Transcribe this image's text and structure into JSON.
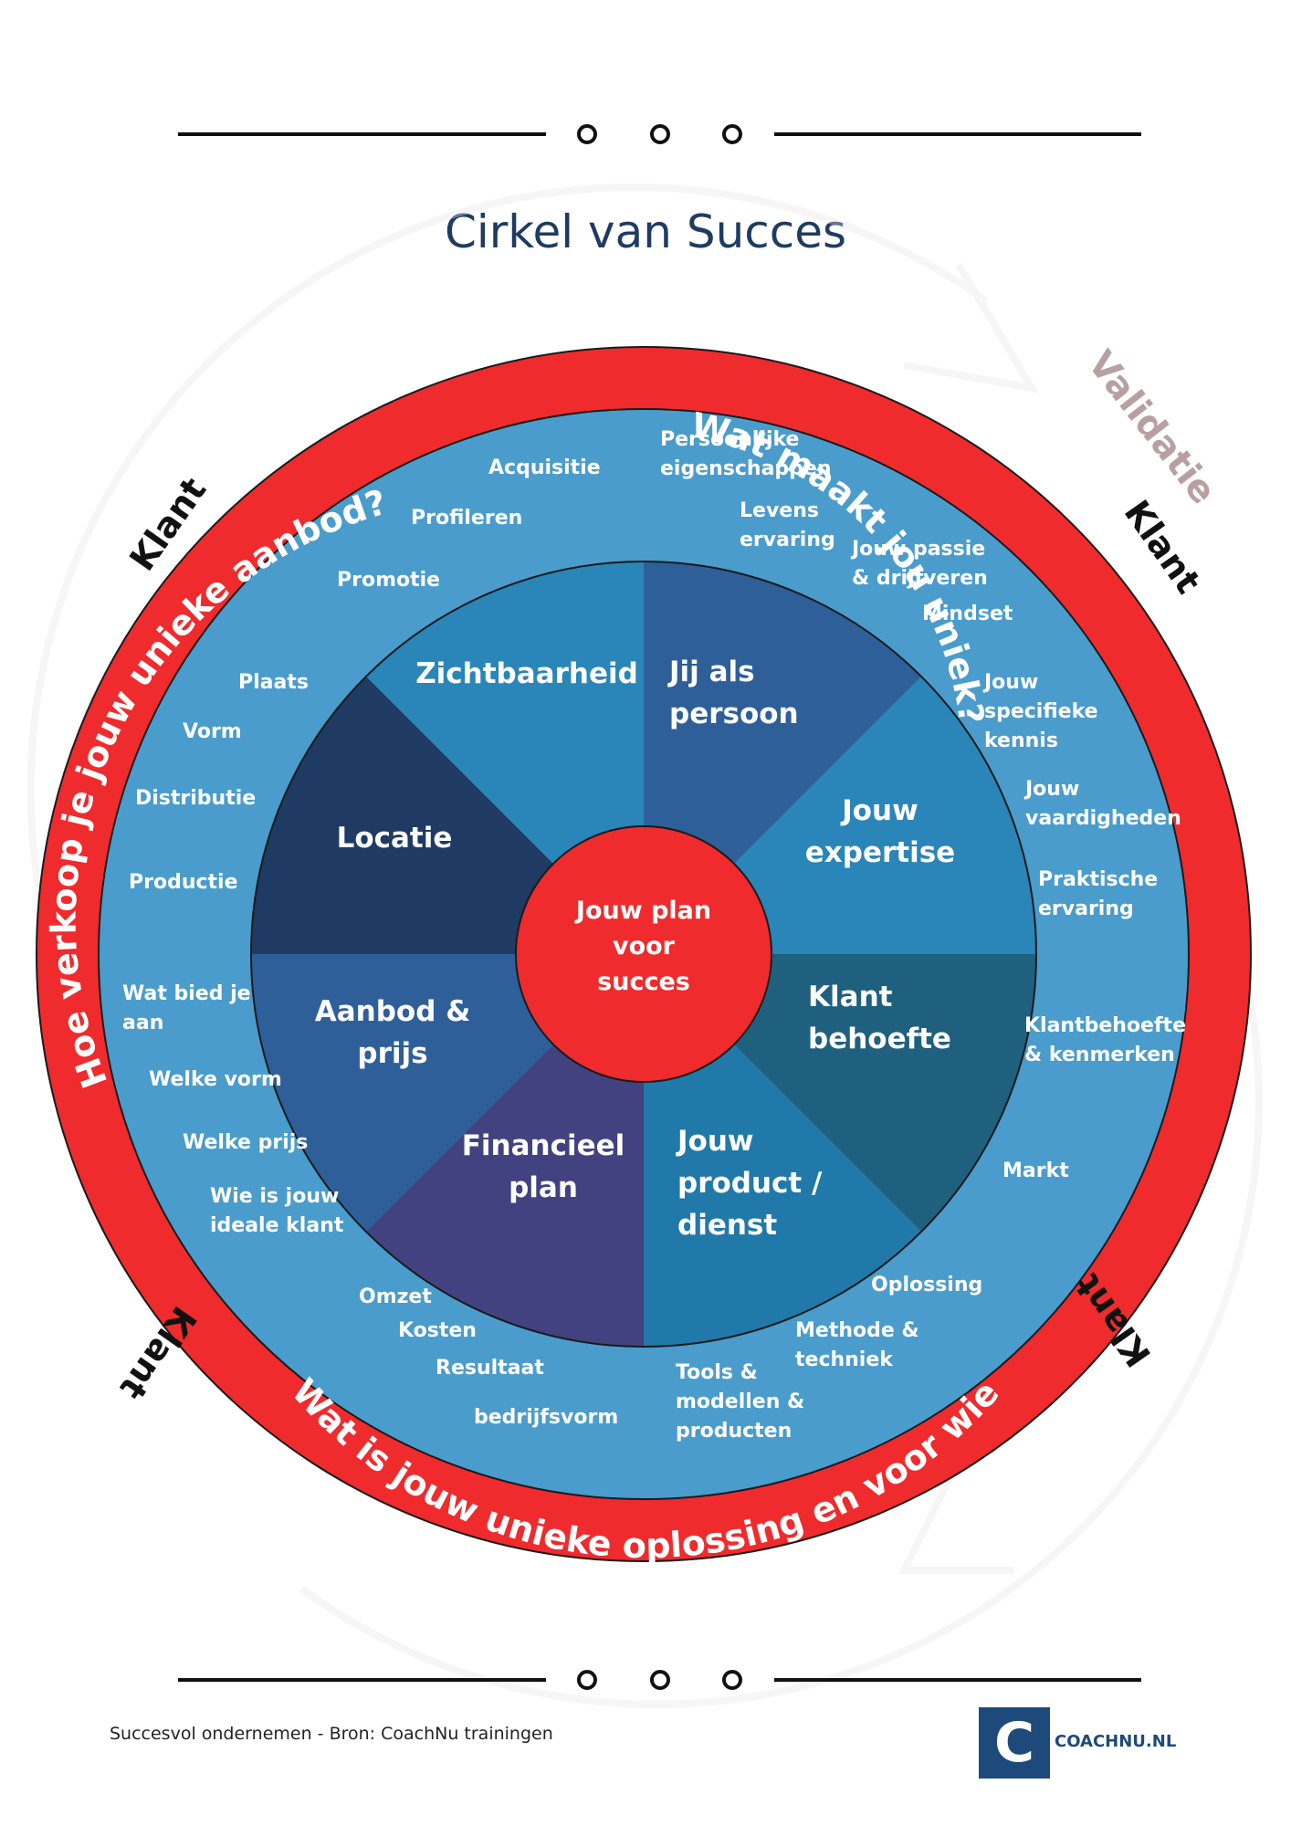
{
  "title": "Cirkel van Succes",
  "center": {
    "lines": [
      "Jouw plan",
      "voor",
      "succes"
    ]
  },
  "segments": [
    {
      "lines": [
        "Zichtbaarheid"
      ],
      "color": "#2a85b8"
    },
    {
      "lines": [
        "Jij als",
        "persoon"
      ],
      "color": "#2e5f99"
    },
    {
      "lines": [
        "Jouw",
        "expertise"
      ],
      "color": "#2a85b8"
    },
    {
      "lines": [
        "Klant",
        "behoefte"
      ],
      "color": "#20607f"
    },
    {
      "lines": [
        "Jouw",
        "product /",
        "dienst"
      ],
      "color": "#2079a8"
    },
    {
      "lines": [
        "Financieel",
        "plan"
      ],
      "color": "#41427f"
    },
    {
      "lines": [
        "Aanbod &",
        "prijs"
      ],
      "color": "#2e5f99"
    },
    {
      "lines": [
        "Locatie"
      ],
      "color": "#1f3a63"
    }
  ],
  "outer_labels": [
    {
      "lines": [
        "Acquisitie"
      ]
    },
    {
      "lines": [
        "Persoonlijke",
        "eigenschappen"
      ]
    },
    {
      "lines": [
        "Profileren"
      ]
    },
    {
      "lines": [
        "Levens",
        "ervaring"
      ]
    },
    {
      "lines": [
        "Jouw passie",
        "& drijfveren"
      ]
    },
    {
      "lines": [
        "Promotie"
      ]
    },
    {
      "lines": [
        "Mindset"
      ]
    },
    {
      "lines": [
        "Plaats"
      ]
    },
    {
      "lines": [
        "Jouw",
        "specifieke",
        "kennis"
      ]
    },
    {
      "lines": [
        "Vorm"
      ]
    },
    {
      "lines": [
        "Jouw",
        "vaardigheden"
      ]
    },
    {
      "lines": [
        "Distributie"
      ]
    },
    {
      "lines": [
        "Praktische",
        "ervaring"
      ]
    },
    {
      "lines": [
        "Productie"
      ]
    },
    {
      "lines": [
        "Wat bied je",
        "aan"
      ]
    },
    {
      "lines": [
        "Klantbehoefte",
        "& kenmerken"
      ]
    },
    {
      "lines": [
        "Welke vorm"
      ]
    },
    {
      "lines": [
        "Welke prijs"
      ]
    },
    {
      "lines": [
        "Markt"
      ]
    },
    {
      "lines": [
        "Wie is jouw",
        "ideale klant"
      ]
    },
    {
      "lines": [
        "Oplossing"
      ]
    },
    {
      "lines": [
        "Omzet"
      ]
    },
    {
      "lines": [
        "Kosten"
      ]
    },
    {
      "lines": [
        "Methode &",
        "techniek"
      ]
    },
    {
      "lines": [
        "Resultaat"
      ]
    },
    {
      "lines": [
        "Tools &",
        "modellen &",
        "producten"
      ]
    },
    {
      "lines": [
        "bedrijfsvorm"
      ]
    }
  ],
  "ring_texts": {
    "top_right": "Wat maakt jou uniek?",
    "left": "Hoe verkoop  je jouw unieke aanbod?",
    "bottom": "Wat is jouw unieke oplossing en voor wie"
  },
  "klant_labels": [
    "Klant",
    "Klant",
    "Klant",
    "Klant"
  ],
  "validatie": "Validatie",
  "footer": {
    "source": "Succesvol ondernemen - Bron: CoachNu trainingen",
    "logo_letter": "C",
    "logo_text": "COACHNU.NL"
  },
  "colors": {
    "ring_red": "#ef2b2d",
    "outer_blue": "#4a9ccc",
    "title": "#1f3b63",
    "logo": "#1d4a7a"
  }
}
